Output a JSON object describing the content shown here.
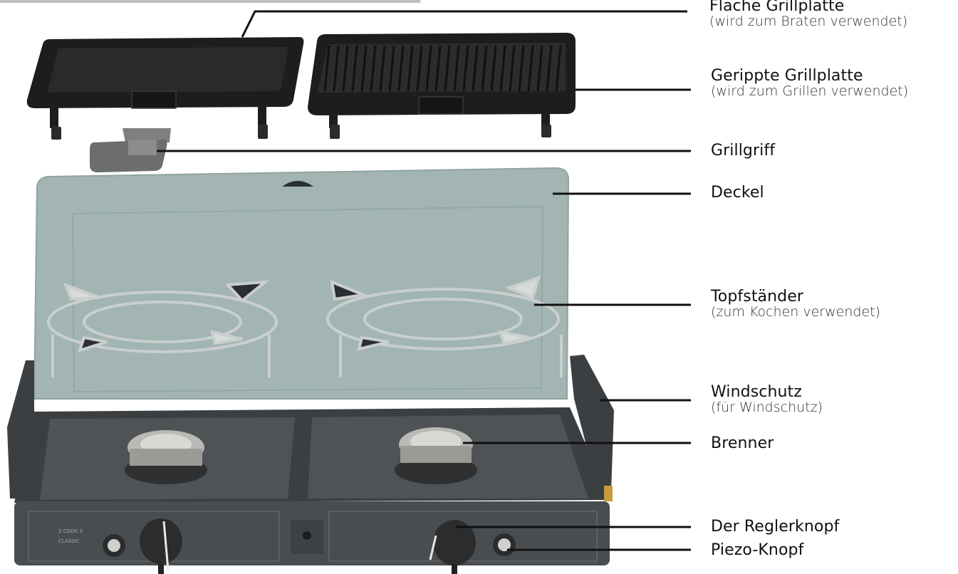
{
  "colors": {
    "leader_line": "#111111",
    "plate": "#1d1d1f",
    "plate_edge": "#2b2b2e",
    "lid": "#a3b5b2",
    "lid_edge": "#8fa3a0",
    "base": "#4a4d50",
    "base_top": "#3c3f42",
    "burner": "#b9b9b6",
    "grate": "#c9cfce",
    "handle": "#6b6d6e"
  },
  "labels": [
    {
      "id": "flat-plate",
      "title": "Flache Grillplatte",
      "subtitle": "(wird zum Braten verwendet)"
    },
    {
      "id": "ribbed-plate",
      "title": "Gerippte Grillplatte",
      "subtitle": "(wird zum Grillen verwendet)"
    },
    {
      "id": "grill-handle",
      "title": "Grillgriff",
      "subtitle": ""
    },
    {
      "id": "lid",
      "title": "Deckel",
      "subtitle": ""
    },
    {
      "id": "pot-stand",
      "title": "Topfständer",
      "subtitle": "(zum Kochen verwendet)"
    },
    {
      "id": "windshield",
      "title": "Windschutz",
      "subtitle": "(für Windschutz)"
    },
    {
      "id": "burner",
      "title": "Brenner",
      "subtitle": ""
    },
    {
      "id": "control-knob",
      "title": "Der Reglerknopf",
      "subtitle": ""
    },
    {
      "id": "piezo-button",
      "title": "Piezo-Knopf",
      "subtitle": ""
    }
  ],
  "stove_branding": {
    "line1": "2 COOK 3",
    "line2": "CLASSIC"
  }
}
